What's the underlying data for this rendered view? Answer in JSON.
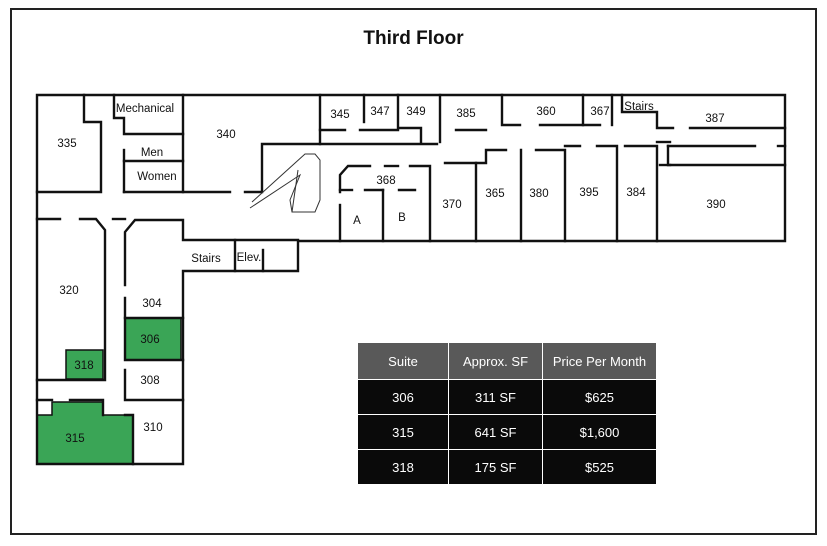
{
  "title": "Third Floor",
  "rooms": [
    "335",
    "320",
    "318",
    "315",
    "310",
    "308",
    "306",
    "304",
    "Mechanical",
    "Men",
    "Women",
    "340",
    "Stairs",
    "Elev.",
    "345",
    "347",
    "349",
    "368",
    "A",
    "B",
    "385",
    "360",
    "367",
    "Stairs",
    "387",
    "370",
    "365",
    "380",
    "395",
    "384",
    "390"
  ],
  "colors": {
    "available": "#3aa556",
    "table_header": "#595959",
    "table_body": "#0a0a0a"
  },
  "table": {
    "headers": [
      "Suite",
      "Approx. SF",
      "Price Per Month"
    ],
    "rows": [
      [
        "306",
        "311 SF",
        "$625"
      ],
      [
        "315",
        "641 SF",
        "$1,600"
      ],
      [
        "318",
        "175 SF",
        "$525"
      ]
    ]
  }
}
